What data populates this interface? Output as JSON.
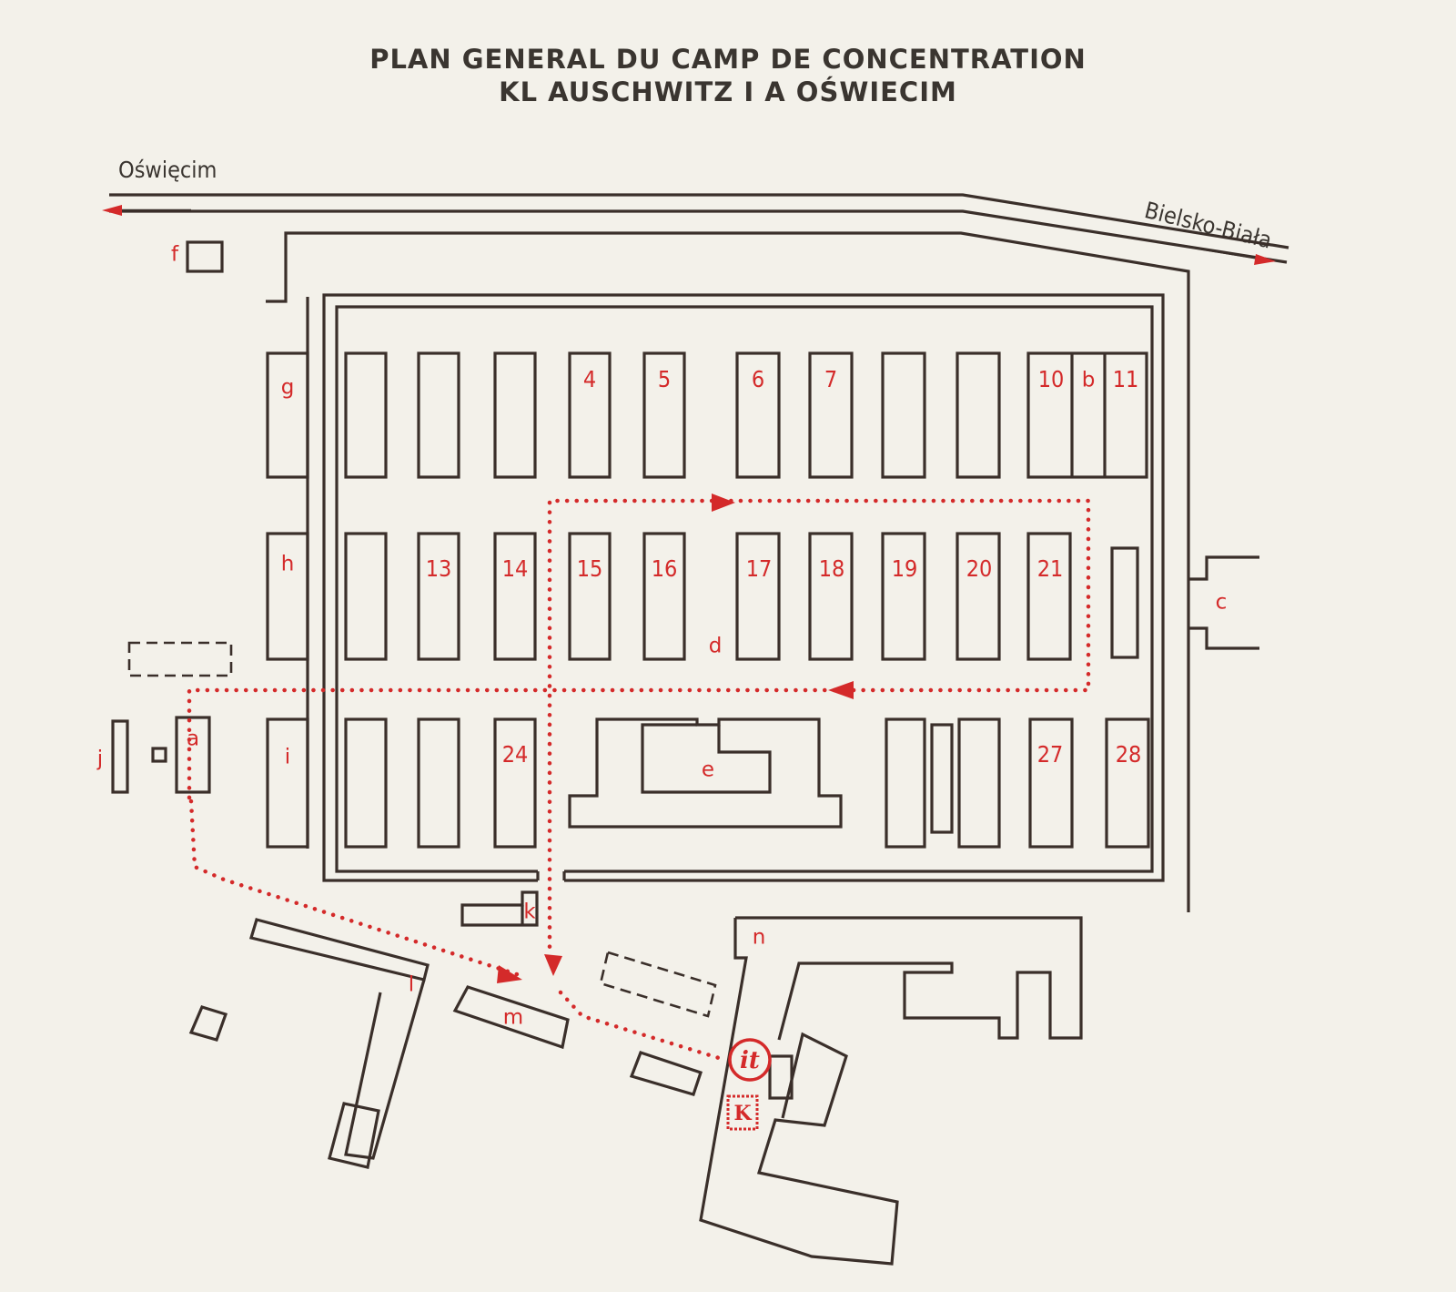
{
  "title": {
    "line1": "PLAN GENERAL DU CAMP DE CONCENTRATION",
    "line2": "KL AUSCHWITZ I A OŚWIECIM"
  },
  "roads": {
    "west_label": "Oświęcim",
    "east_label": "Bielsko-Biała"
  },
  "blocks": {
    "b4": "4",
    "b5": "5",
    "b6": "6",
    "b7": "7",
    "b10": "10",
    "b11": "11",
    "b13": "13",
    "b14": "14",
    "b15": "15",
    "b16": "16",
    "b17": "17",
    "b18": "18",
    "b19": "19",
    "b20": "20",
    "b21": "21",
    "b24": "24",
    "b27": "27",
    "b28": "28"
  },
  "letters": {
    "a": "a",
    "b": "b",
    "c": "c",
    "d": "d",
    "e": "e",
    "f": "f",
    "g": "g",
    "h": "h",
    "i": "i",
    "j": "j",
    "k": "k",
    "l": "l",
    "m": "m",
    "n": "n"
  },
  "icons": {
    "info": "it",
    "kiosk": "K"
  },
  "colors": {
    "ink": "#3a2f2a",
    "route": "#d42a2a",
    "paper": "#f3f1ea"
  }
}
